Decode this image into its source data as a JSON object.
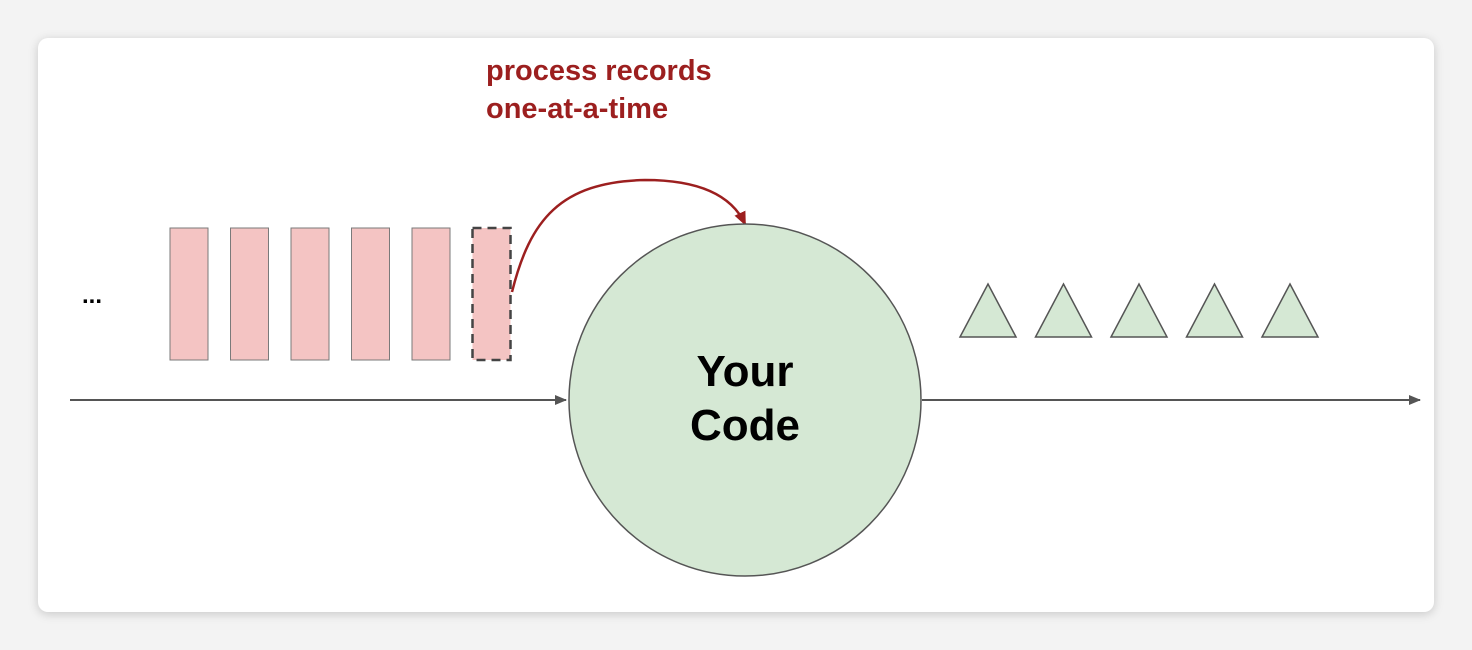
{
  "annotation": {
    "line1": "process records",
    "line2": "one-at-a-time"
  },
  "ellipsis": "...",
  "processor": {
    "line1": "Your",
    "line2": "Code"
  },
  "colors": {
    "record_fill": "#f4c4c3",
    "record_stroke": "#7a7a7a",
    "processor_fill": "#d5e8d4",
    "processor_stroke": "#555555",
    "output_fill": "#d5e8d4",
    "annotation": "#9c1f1f",
    "axis": "#555555"
  },
  "records": {
    "count": 6,
    "current_index": 5
  },
  "outputs": {
    "count": 5
  }
}
